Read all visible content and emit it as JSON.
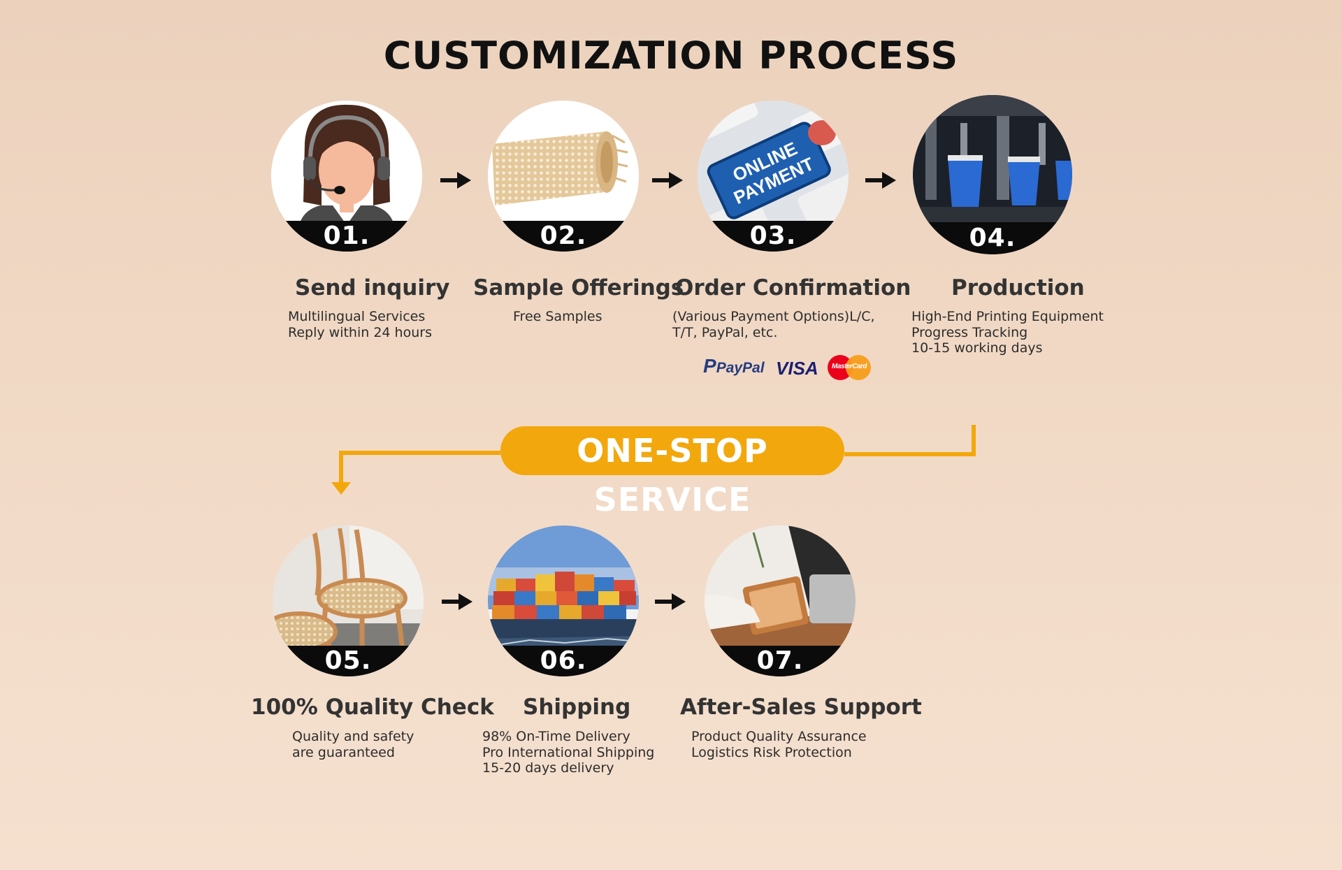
{
  "title": "CUSTOMIZATION PROCESS",
  "banner": "ONE-STOP SERVICE",
  "colors": {
    "accent": "#f2a70d",
    "numbar": "#0b0b0b",
    "paypal": "#253b80",
    "visa": "#1a1f71",
    "mastercard_red": "#eb001b",
    "mastercard_orange": "#f79e1b"
  },
  "steps": [
    {
      "num": "01.",
      "title": "Send inquiry",
      "desc": [
        "Multilingual Services",
        "Reply within 24 hours"
      ],
      "icon": "customer-service-agent-icon"
    },
    {
      "num": "02.",
      "title": "Sample Offerings",
      "desc": [
        "Free Samples"
      ],
      "icon": "rattan-roll-image"
    },
    {
      "num": "03.",
      "title": "Order Confirmation",
      "desc": [
        "(Various Payment Options)L/C,",
        "T/T, PayPal, etc."
      ],
      "icon": "online-payment-key-image",
      "key_text": [
        "ONLINE",
        "PAYMENT"
      ]
    },
    {
      "num": "04.",
      "title": "Production",
      "desc": [
        "High-End Printing Equipment",
        "Progress Tracking",
        "10-15 working days"
      ],
      "icon": "printing-machine-image"
    },
    {
      "num": "05.",
      "title": "100% Quality Check",
      "desc": [
        "Quality and safety",
        "are guaranteed"
      ],
      "icon": "rattan-chair-image"
    },
    {
      "num": "06.",
      "title": "Shipping",
      "desc": [
        "98% On-Time Delivery",
        "Pro International Shipping",
        "15-20 days delivery"
      ],
      "icon": "container-ship-image"
    },
    {
      "num": "07.",
      "title": "After-Sales Support",
      "desc": [
        "Product Quality Assurance",
        "Logistics Risk Protection"
      ],
      "icon": "support-tablet-image"
    }
  ],
  "payment_logos": {
    "paypal": "PayPal",
    "visa": "VISA",
    "mastercard": "MasterCard"
  }
}
